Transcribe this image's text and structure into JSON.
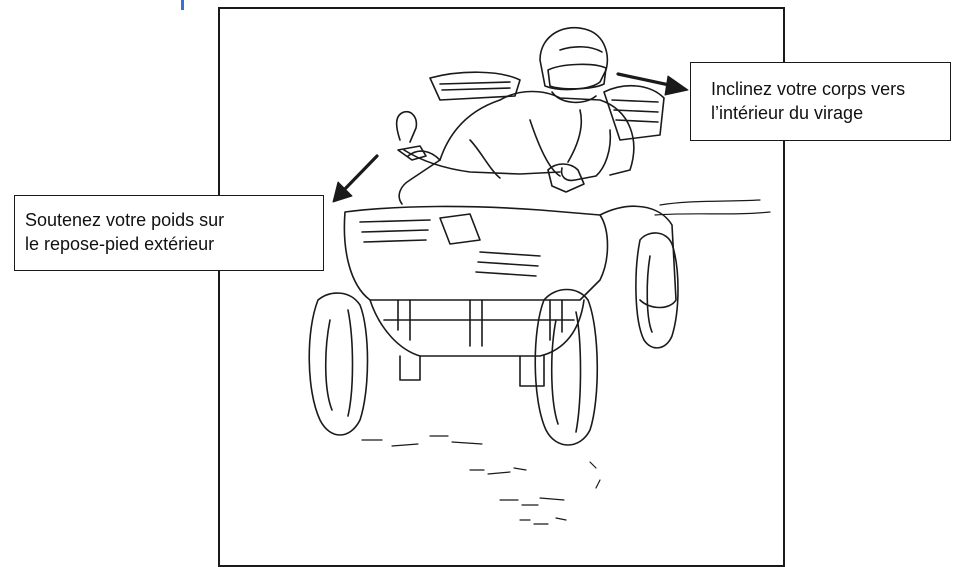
{
  "callouts": {
    "left": {
      "line1": "Soutenez votre poids sur",
      "line2": "le repose-pied extérieur"
    },
    "right": {
      "line1": "Inclinez votre corps vers",
      "line2": "l’intérieur du virage"
    }
  },
  "colors": {
    "line": "#1a1a1a",
    "accent_mark": "#3a6fd8",
    "background": "#ffffff"
  },
  "illustration": {
    "subject": "rider-on-atv-turning-icon"
  }
}
